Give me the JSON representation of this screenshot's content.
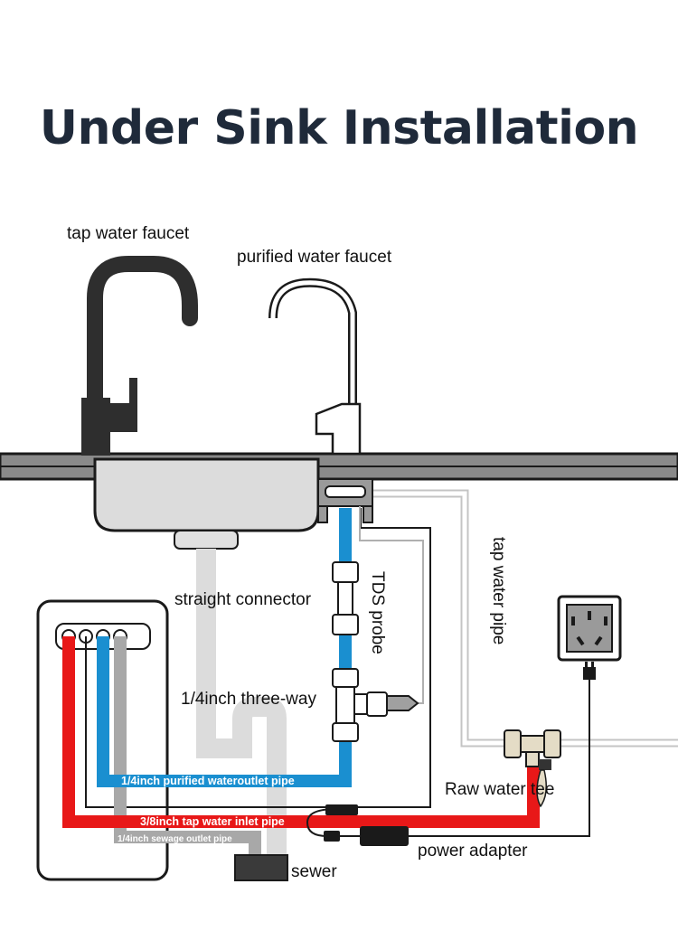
{
  "title": "Under Sink Installation",
  "labels": {
    "tap_water_faucet": "tap water faucet",
    "purified_water_faucet": "purified water faucet",
    "straight_connector": "straight connector",
    "tds_probe": "TDS probe",
    "three_way": "1/4inch three-way",
    "tap_water_pipe": "tap water pipe",
    "raw_water_tee": "Raw water tee",
    "power_adapter": "power adapter",
    "sewer": "sewer"
  },
  "pipe_labels": {
    "purified_outlet": "1/4inch purified wateroutlet  pipe",
    "tap_inlet": "3/8inch tap water inlet pipe",
    "sewage_outlet": "1/4inch sewage outlet pipe"
  },
  "colors": {
    "title": "#1f2a3a",
    "purified_pipe": "#1a8fd0",
    "inlet_pipe": "#e81818",
    "sewage_pipe": "#a8a8a8",
    "drain_pipe": "#dcdcdc",
    "counter": "#8a8a8a"
  }
}
